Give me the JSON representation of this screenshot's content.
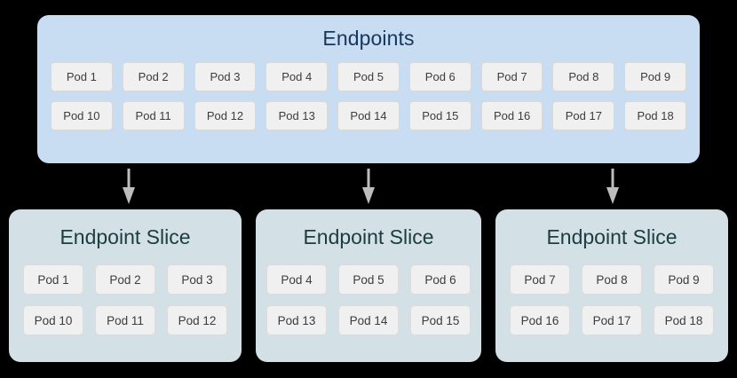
{
  "diagram": {
    "background_color": "#000000",
    "endpoints": {
      "title": "Endpoints",
      "panel_color": "#c9ddf2",
      "title_color": "#17365c",
      "rows": [
        [
          "Pod 1",
          "Pod 2",
          "Pod 3",
          "Pod 4",
          "Pod 5",
          "Pod 6",
          "Pod 7",
          "Pod 8",
          "Pod 9"
        ],
        [
          "Pod 10",
          "Pod 11",
          "Pod 12",
          "Pod 13",
          "Pod 14",
          "Pod 15",
          "Pod 16",
          "Pod 17",
          "Pod 18"
        ]
      ]
    },
    "arrows": {
      "color": "#bdbdbd",
      "count": 3,
      "direction": "down"
    },
    "slices": [
      {
        "title": "Endpoint Slice",
        "panel_color": "#d3e1e6",
        "title_color": "#1c3c41",
        "rows": [
          [
            "Pod 1",
            "Pod 2",
            "Pod 3"
          ],
          [
            "Pod 10",
            "Pod 11",
            "Pod 12"
          ]
        ]
      },
      {
        "title": "Endpoint Slice",
        "panel_color": "#d3e1e6",
        "title_color": "#1c3c41",
        "rows": [
          [
            "Pod 4",
            "Pod 5",
            "Pod 6"
          ],
          [
            "Pod 13",
            "Pod 14",
            "Pod 15"
          ]
        ]
      },
      {
        "title": "Endpoint Slice",
        "panel_color": "#d3e1e6",
        "title_color": "#1c3c41",
        "rows": [
          [
            "Pod 7",
            "Pod 8",
            "Pod 9"
          ],
          [
            "Pod 16",
            "Pod 17",
            "Pod 18"
          ]
        ]
      }
    ]
  }
}
